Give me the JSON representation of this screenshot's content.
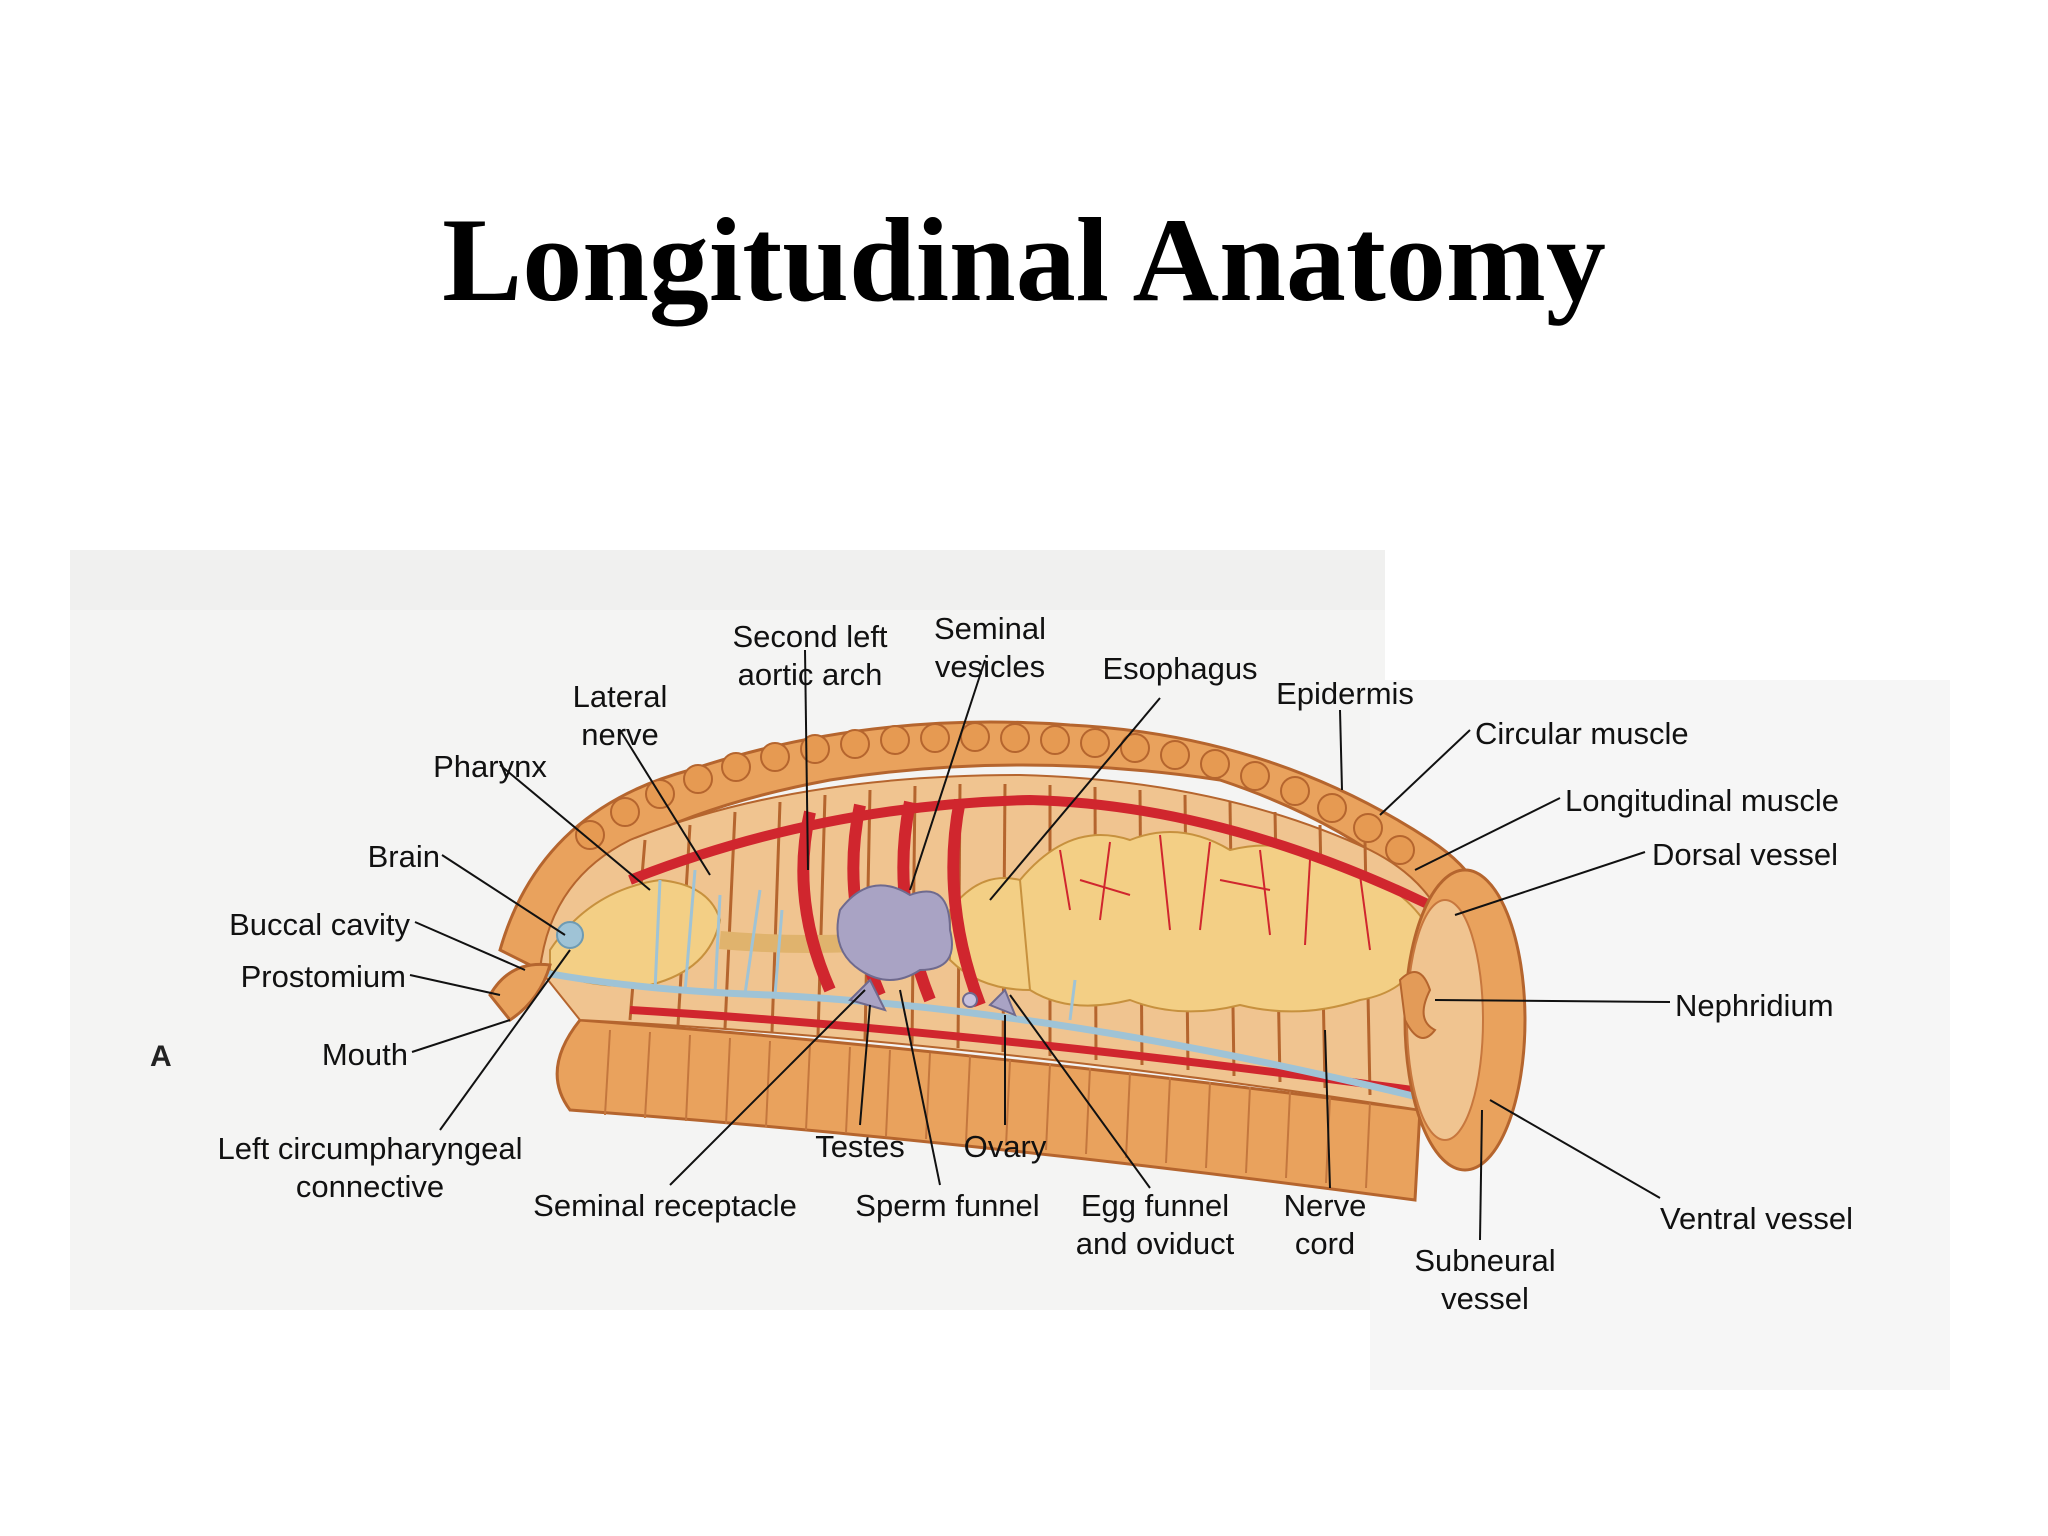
{
  "slide": {
    "title": "Longitudinal Anatomy"
  },
  "figure": {
    "panel_letter": "A",
    "labels": {
      "second_left_aortic_arch": "Second left\naortic arch",
      "seminal_vesicles": "Seminal\nvesicles",
      "esophagus": "Esophagus",
      "lateral_nerve": "Lateral\nnerve",
      "epidermis": "Epidermis",
      "circular_muscle": "Circular muscle",
      "pharynx": "Pharynx",
      "longitudinal_muscle": "Longitudinal muscle",
      "dorsal_vessel": "Dorsal vessel",
      "brain": "Brain",
      "buccal_cavity": "Buccal cavity",
      "prostomium": "Prostomium",
      "nephridium": "Nephridium",
      "mouth": "Mouth",
      "left_circumpharyngeal_connective": "Left circumpharyngeal\nconnective",
      "testes": "Testes",
      "ovary": "Ovary",
      "seminal_receptacle": "Seminal receptacle",
      "sperm_funnel": "Sperm funnel",
      "egg_funnel_and_oviduct": "Egg funnel\nand oviduct",
      "nerve_cord": "Nerve\ncord",
      "ventral_vessel": "Ventral vessel",
      "subneural_vessel": "Subneural\nvessel"
    }
  },
  "colors": {
    "body_tan": "#e9a25d",
    "body_dark": "#c7733a",
    "vessel_red": "#d0262e",
    "gut_yellow": "#f3cf85",
    "nerve_blue": "#9fc3d6",
    "gonad_lavender": "#a9a3c4",
    "scan_bg": "#f4f4f3"
  }
}
